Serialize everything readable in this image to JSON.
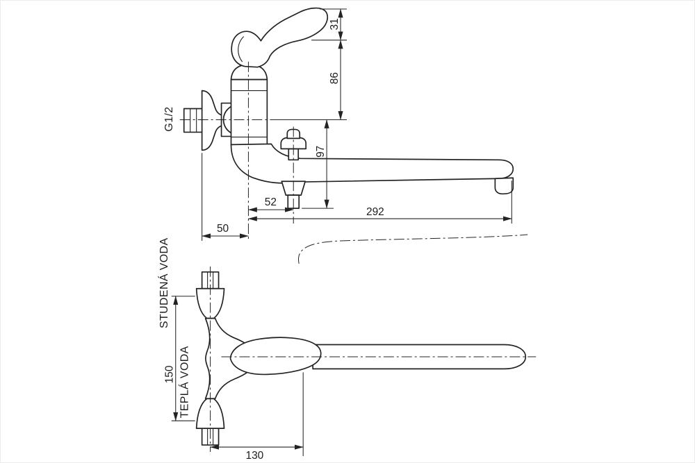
{
  "drawing": {
    "type": "technical-dimension-drawing",
    "subject": "wall-mounted single-lever mixer tap, side view and front view",
    "ink_color": "#232323",
    "background_color": "#ffffff",
    "labels": {
      "thread_size": "G1/2",
      "cold_water": "STUDENÁ VODA",
      "hot_water": "TEPLÁ VODA"
    },
    "dimensions": {
      "handle_tip_height": "31",
      "handle_to_axis_height": "86",
      "axis_to_outlet_drop": "97",
      "outlet_offset": "52",
      "spout_reach": "292",
      "wall_to_body_axis": "50",
      "inlet_spacing": "150",
      "wall_to_handle": "130"
    }
  }
}
